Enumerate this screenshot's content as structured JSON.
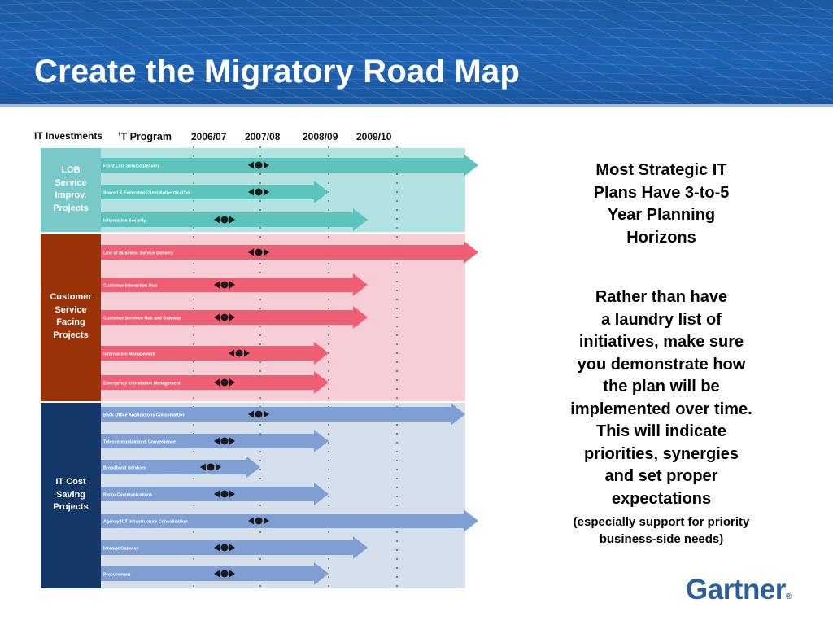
{
  "slide": {
    "title": "Create the Migratory Road Map",
    "brand": "Gartner",
    "brand_mark": "®"
  },
  "roadmap": {
    "header_left": "IT Investments",
    "header_program": "ʼT Program",
    "years": [
      "2006/07",
      "2007/08",
      "2008/09",
      "2009/10"
    ],
    "colors": {
      "lob_band": "#79c9c9",
      "lob_bg": "#b3e2e3",
      "lob_arrow": "#5cc4bd",
      "cust_band": "#9a3208",
      "cust_bg": "#f7cdd6",
      "cust_arrow": "#ee5f74",
      "itc_band": "#133868",
      "itc_bg": "#d6e0ec",
      "itc_arrow": "#7f9fd2"
    },
    "categories": [
      {
        "name": "LOB Service Improv. Projects",
        "lines": [
          "LOB",
          "Service",
          "Improv.",
          "Projects"
        ],
        "items": [
          {
            "label": "Front Line Service Delivery",
            "end": 2
          },
          {
            "label": "Shared & Federated Client Authentication",
            "end": 1
          },
          {
            "label": "Information Security",
            "end": 1.5
          }
        ]
      },
      {
        "name": "Customer Service Facing Projects",
        "lines": [
          "Customer",
          "Service",
          "Facing",
          "Projects"
        ],
        "items": [
          {
            "label": "Line of Business Service Delivery",
            "end": 2
          },
          {
            "label": "Customer Interaction Hub",
            "end": 1.5
          },
          {
            "label": "Customer Services Hub and Gateway",
            "end": 1.5
          },
          {
            "label": "Information Management",
            "end": 1
          },
          {
            "label": "Emergency Information Management",
            "end": 1
          }
        ]
      },
      {
        "name": "IT Cost Saving Projects",
        "lines": [
          "IT Cost",
          "Saving",
          "Projects"
        ],
        "items": [
          {
            "label": "Back Office Applications Consolidation",
            "end": 1.85
          },
          {
            "label": "Telecommunications Convergence",
            "end": 1
          },
          {
            "label": "Broadband Services",
            "end": 0
          },
          {
            "label": "Radio Communications",
            "end": 1
          },
          {
            "label": "Agency ICT Infrastructure Consolidation",
            "end": 2
          },
          {
            "label": "Internet Gateway",
            "end": 1.5
          },
          {
            "label": "Procurement",
            "end": 1
          }
        ]
      }
    ]
  },
  "side_text": {
    "heading_lines": [
      "Most Strategic IT",
      "Plans Have 3-to-5",
      "Year Planning",
      "Horizons"
    ],
    "body_lines": [
      "Rather than have",
      "a laundry list of",
      "initiatives, make sure",
      "you demonstrate how",
      "the plan will be",
      "implemented over time.",
      "This will indicate",
      "priorities, synergies",
      "and set proper",
      "expectations"
    ],
    "note_lines": [
      "(especially support for priority",
      "business-side needs)"
    ]
  }
}
